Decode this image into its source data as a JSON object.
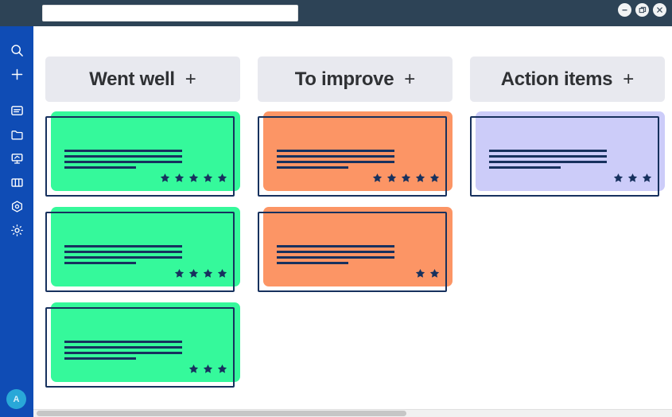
{
  "window": {
    "url_value": "",
    "url_placeholder": "",
    "controls": [
      {
        "name": "minimize-button",
        "glyph": "minimize"
      },
      {
        "name": "maximize-button",
        "glyph": "restore"
      },
      {
        "name": "close-button",
        "glyph": "close"
      }
    ]
  },
  "sidebar": {
    "background_color": "#0f4cb5",
    "items": [
      {
        "name": "search-icon",
        "label": "Search"
      },
      {
        "name": "add-icon",
        "label": "Add"
      },
      {
        "name": "board-icon",
        "label": "Boards"
      },
      {
        "name": "folder-icon",
        "label": "Folders"
      },
      {
        "name": "presentation-icon",
        "label": "Presentations"
      },
      {
        "name": "columns-icon",
        "label": "Columns"
      },
      {
        "name": "target-icon",
        "label": "Goals"
      },
      {
        "name": "gear-icon",
        "label": "Settings"
      }
    ],
    "avatar": {
      "initial": "A",
      "color": "#29a8d8"
    }
  },
  "board": {
    "colors": {
      "green": "#35f99b",
      "orange": "#fc9565",
      "purple": "#ccccf9",
      "ink": "#17315e",
      "header_bg": "#e8e9ef",
      "accent": "#0f4cb5"
    },
    "add_label": "+",
    "columns": [
      {
        "id": "went-well",
        "title": "Went well",
        "card_color": "#35f99b",
        "cards": [
          {
            "lines": 4,
            "stars": 5
          },
          {
            "lines": 4,
            "stars": 4
          },
          {
            "lines": 4,
            "stars": 3
          }
        ]
      },
      {
        "id": "to-improve",
        "title": "To improve",
        "card_color": "#fc9565",
        "cards": [
          {
            "lines": 4,
            "stars": 5
          },
          {
            "lines": 4,
            "stars": 2
          }
        ]
      },
      {
        "id": "action-items",
        "title": "Action items",
        "card_color": "#ccccf9",
        "cards": [
          {
            "lines": 4,
            "stars": 3
          }
        ]
      }
    ]
  }
}
